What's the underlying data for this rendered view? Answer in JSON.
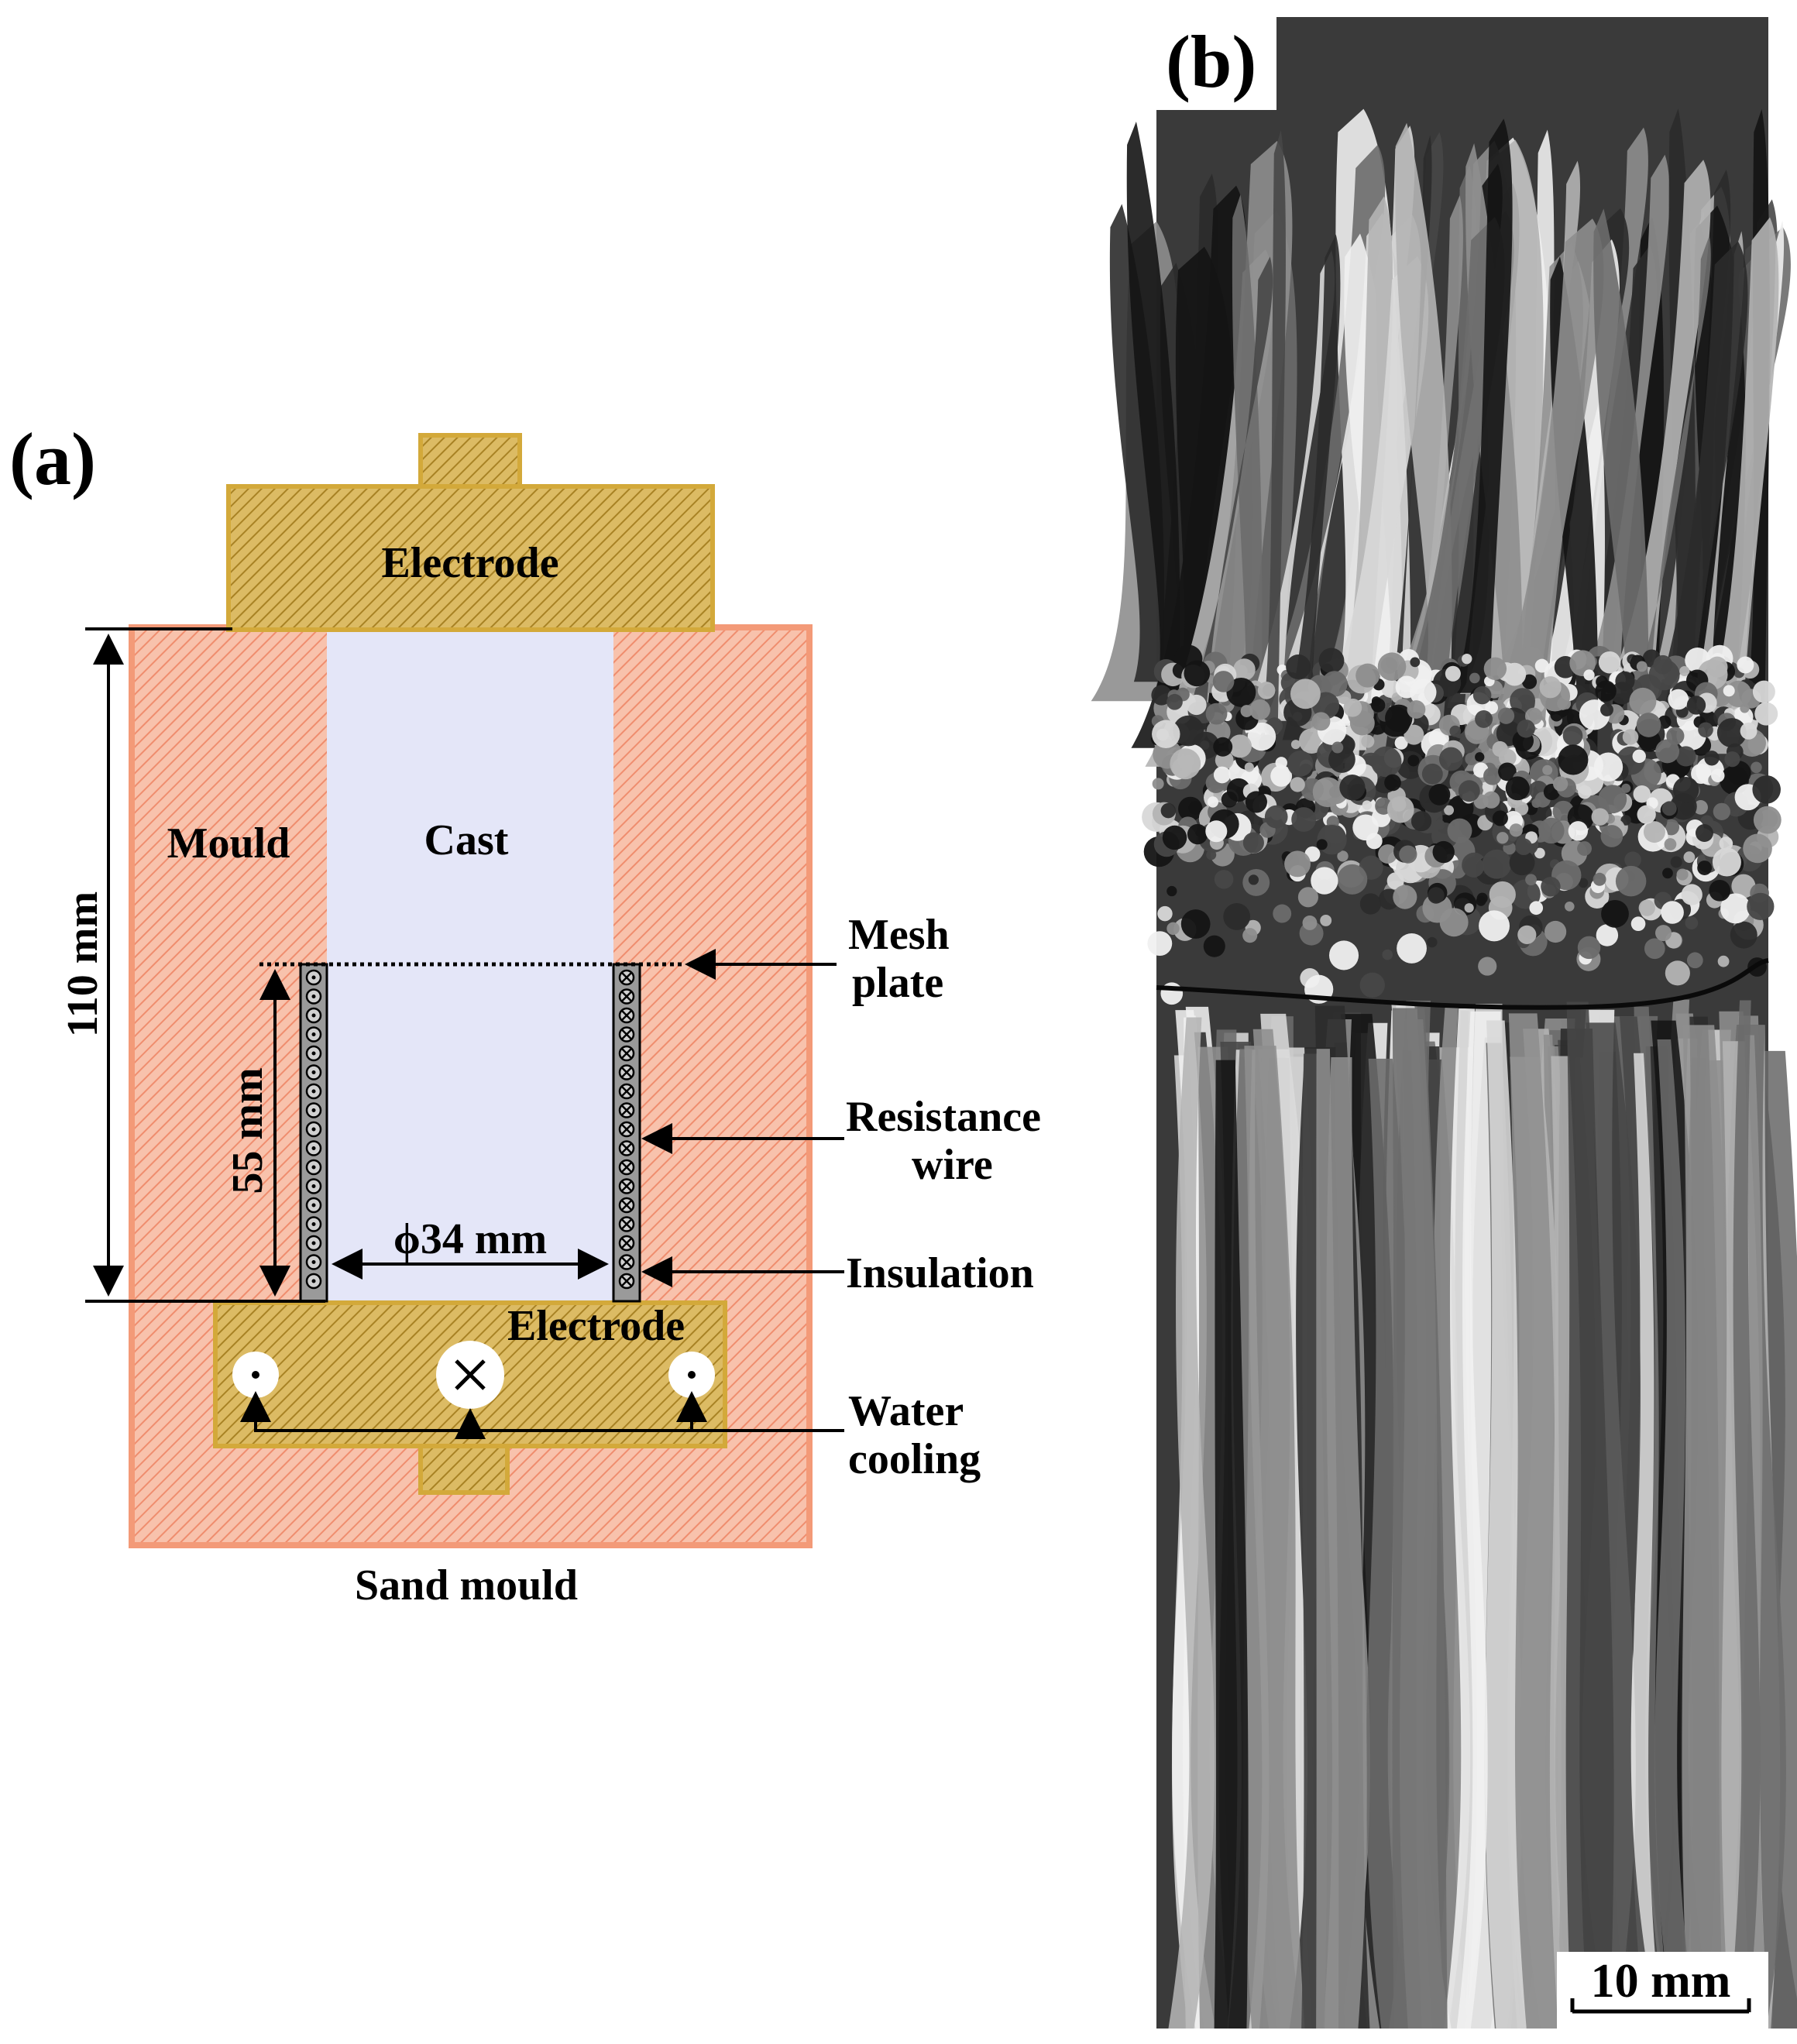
{
  "panel_a": {
    "label": "(a)",
    "electrode_top": "Electrode",
    "electrode_bottom": "Electrode",
    "mould": "Mould",
    "cast": "Cast",
    "mesh_plate_line1": "Mesh",
    "mesh_plate_line2": "plate",
    "resistance_wire_line1": "Resistance",
    "resistance_wire_line2": "wire",
    "insulation": "Insulation",
    "water_cooling_line1": "Water",
    "water_cooling_line2": "cooling",
    "sand_mould": "Sand mould",
    "dim_height": "110 mm",
    "dim_wire_height": "55 mm",
    "dim_diameter": "ϕ34 mm"
  },
  "panel_b": {
    "label": "(b)",
    "scale_bar": "10 mm"
  },
  "colors": {
    "electrode_fill": "#d9b45a",
    "electrode_hatch": "#b08a2a",
    "mould_fill": "#f6b39a",
    "mould_hatch": "#ee8666",
    "cast_fill": "#e4e6f8",
    "wire_fill": "#9a9a9a"
  }
}
